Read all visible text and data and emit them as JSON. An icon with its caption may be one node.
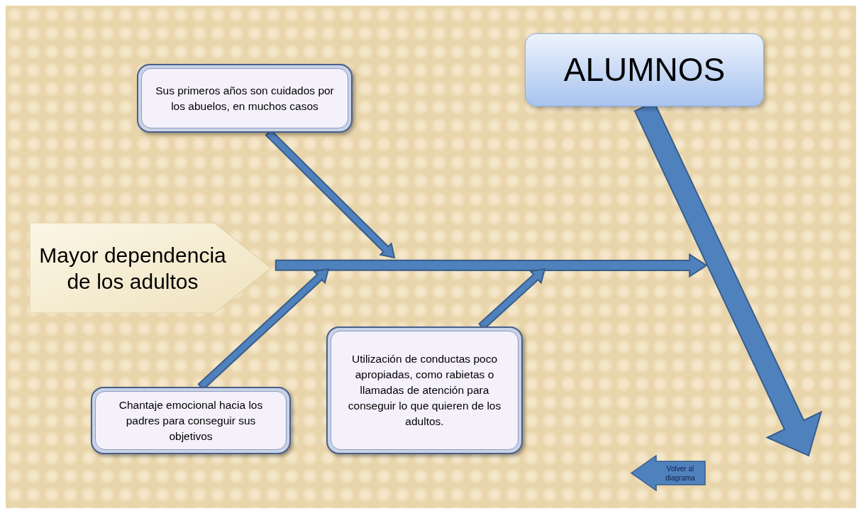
{
  "diagram": {
    "nodes": [
      {
        "text": [
          "ALUMNOS"
        ]
      },
      {
        "text": [
          "Sus primeros años son cuidados por los abuelos, en muchos casos"
        ]
      },
      {
        "text": [
          "Mayor dependencia de los adultos"
        ]
      },
      {
        "text": [
          "Chantaje emocional hacia los padres para conseguir sus objetivos"
        ]
      },
      {
        "text": [
          "Utilización de conductas poco apropiadas, como rabietas o llamadas de atención para conseguir lo que quieren de los adultos."
        ]
      },
      {
        "text": [
          "Volver al diagrama"
        ]
      }
    ],
    "edges": [
      {
        "from": 0,
        "to": null,
        "arrow": "to",
        "style": "thick"
      },
      {
        "from": 2,
        "to": null,
        "arrow": "to"
      },
      {
        "from": 1,
        "to": null,
        "arrow": "to"
      },
      {
        "from": 3,
        "to": null,
        "arrow": "to"
      },
      {
        "from": 4,
        "to": null,
        "arrow": "to"
      }
    ]
  }
}
